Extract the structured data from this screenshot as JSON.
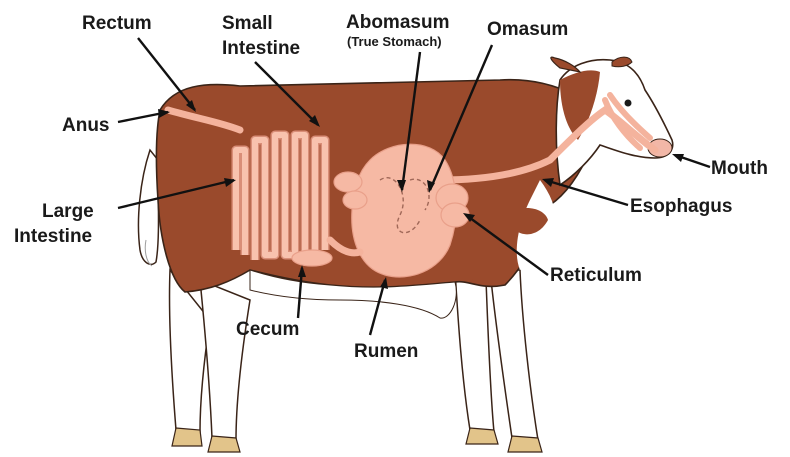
{
  "colors": {
    "hide_brown": "#9a4a2c",
    "hide_white": "#ffffff",
    "outline": "#3a2418",
    "organ_pink": "#f6b9a4",
    "hoof": "#e2c48a",
    "label_text": "#1a1a1a"
  },
  "labels": {
    "rectum": "Rectum",
    "small_intestine_1": "Small",
    "small_intestine_2": "Intestine",
    "abomasum": "Abomasum",
    "abomasum_sub": "(True Stomach)",
    "omasum": "Omasum",
    "anus": "Anus",
    "mouth": "Mouth",
    "large_intestine_1": "Large",
    "large_intestine_2": "Intestine",
    "esophagus": "Esophagus",
    "reticulum": "Reticulum",
    "cecum": "Cecum",
    "rumen": "Rumen"
  }
}
